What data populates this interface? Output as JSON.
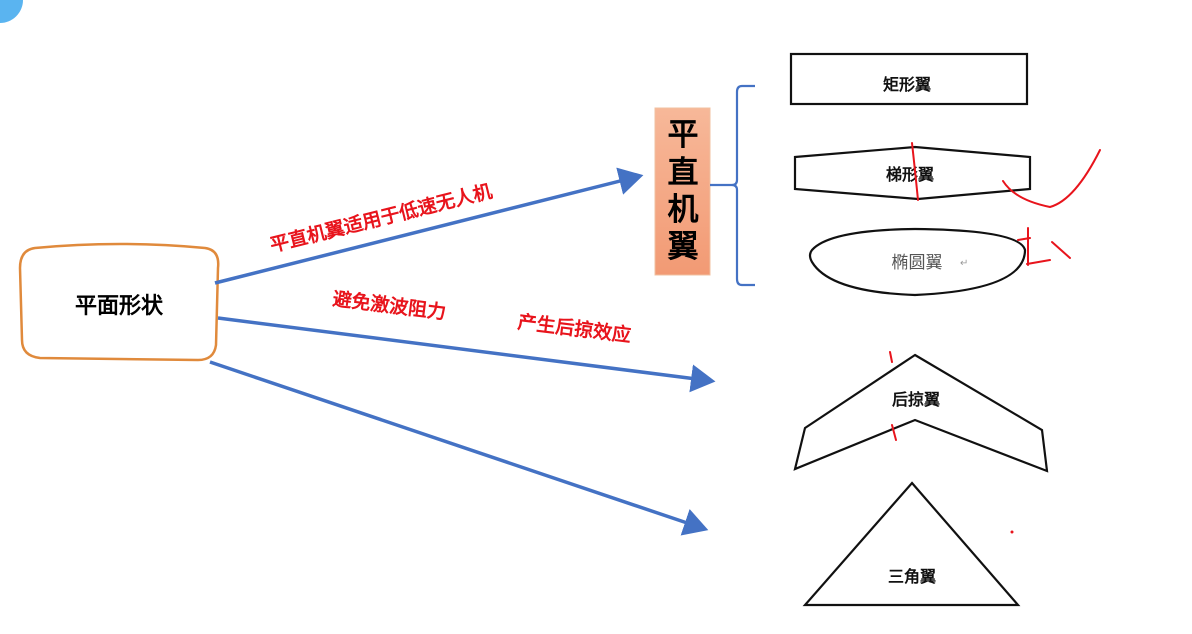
{
  "root": {
    "label": "平面形状"
  },
  "branch_straight": {
    "label": "平直机翼",
    "chars": [
      "平",
      "直",
      "机",
      "翼"
    ],
    "note": "平直机翼适用于低速无人机",
    "wings": [
      "矩形翼",
      "梯形翼",
      "椭圆翼"
    ]
  },
  "branch_swept": {
    "note1": "避免激波阻力",
    "note2": "产生后掠效应",
    "wing": "后掠翼"
  },
  "branch_delta": {
    "wing": "三角翼"
  },
  "colors": {
    "arrow": "#4472c4",
    "note": "#e8141c",
    "root_border": "#e08a3c",
    "box_fill": "#f4a582"
  }
}
